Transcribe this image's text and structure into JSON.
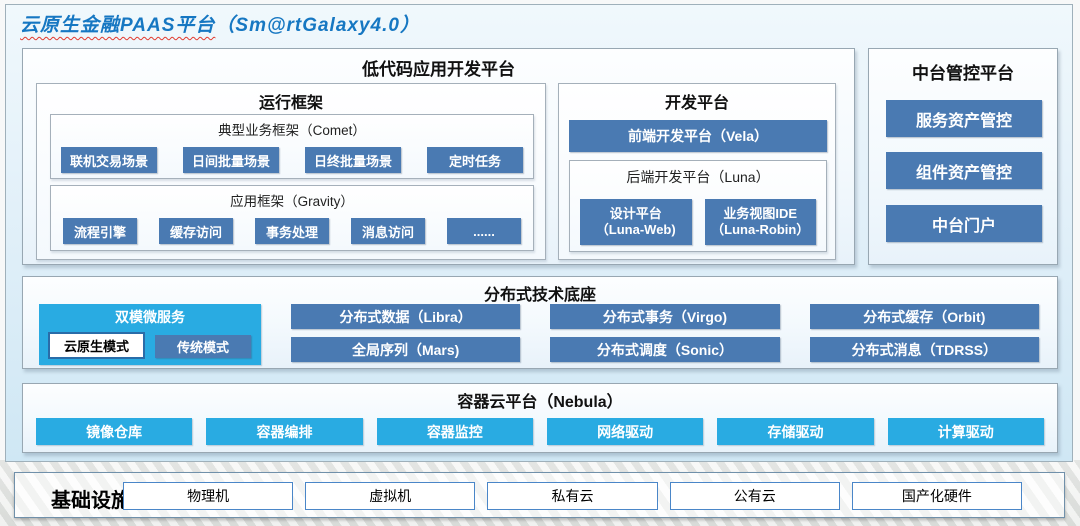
{
  "title": {
    "main": "云原生金融PAAS平台",
    "suffix": "（Sm@rtGalaxy4.0）"
  },
  "colors": {
    "title_blue": "#1677c2",
    "steel_blue": "#4a7ab2",
    "cyan": "#29abe2",
    "frame_bg": "#dcecf7"
  },
  "lowcode": {
    "title": "低代码应用开发平台",
    "runtime": {
      "title": "运行框架",
      "comet": {
        "title": "典型业务框架（Comet）",
        "items": [
          "联机交易场景",
          "日间批量场景",
          "日终批量场景",
          "定时任务"
        ]
      },
      "gravity": {
        "title": "应用框架（Gravity）",
        "items": [
          "流程引擎",
          "缓存访问",
          "事务处理",
          "消息访问",
          "......"
        ]
      }
    },
    "dev": {
      "title": "开发平台",
      "vela": "前端开发平台（Vela）",
      "luna": {
        "title": "后端开发平台（Luna）",
        "items": [
          {
            "line1": "设计平台",
            "line2": "（Luna-Web)"
          },
          {
            "line1": "业务视图IDE",
            "line2": "（Luna-Robin）"
          }
        ]
      }
    }
  },
  "midplatform": {
    "title": "中台管控平台",
    "items": [
      "服务资产管控",
      "组件资产管控",
      "中台门户"
    ]
  },
  "distributed": {
    "title": "分布式技术底座",
    "dualmode": {
      "title": "双模微服务",
      "cloud_native": "云原生模式",
      "traditional": "传统模式"
    },
    "items": [
      "分布式数据（Libra）",
      "分布式事务（Virgo)",
      "分布式缓存（Orbit)",
      "全局序列（Mars)",
      "分布式调度（Sonic）",
      "分布式消息（TDRSS）"
    ]
  },
  "container_cloud": {
    "title": "容器云平台（Nebula）",
    "items": [
      "镜像仓库",
      "容器编排",
      "容器监控",
      "网络驱动",
      "存储驱动",
      "计算驱动"
    ]
  },
  "infrastructure": {
    "title": "基础设施",
    "items": [
      "物理机",
      "虚拟机",
      "私有云",
      "公有云",
      "国产化硬件"
    ]
  }
}
